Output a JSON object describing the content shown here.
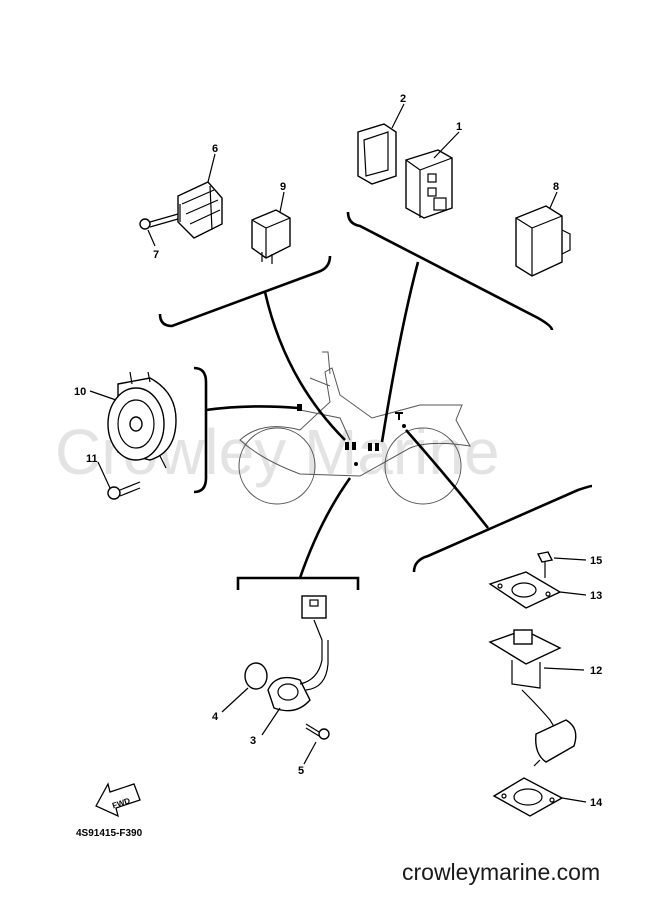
{
  "watermark": "Crowley Marine",
  "site_label": "crowleymarine.com",
  "diagram_code": "4S91415-F390",
  "fwd_label": "FWD",
  "callouts": {
    "c1": "1",
    "c2": "2",
    "c3": "3",
    "c4": "4",
    "c5": "5",
    "c6": "6",
    "c7": "7",
    "c8": "8",
    "c9": "9",
    "c10": "10",
    "c11": "11",
    "c12": "12",
    "c13": "13",
    "c14": "14",
    "c15": "15"
  }
}
